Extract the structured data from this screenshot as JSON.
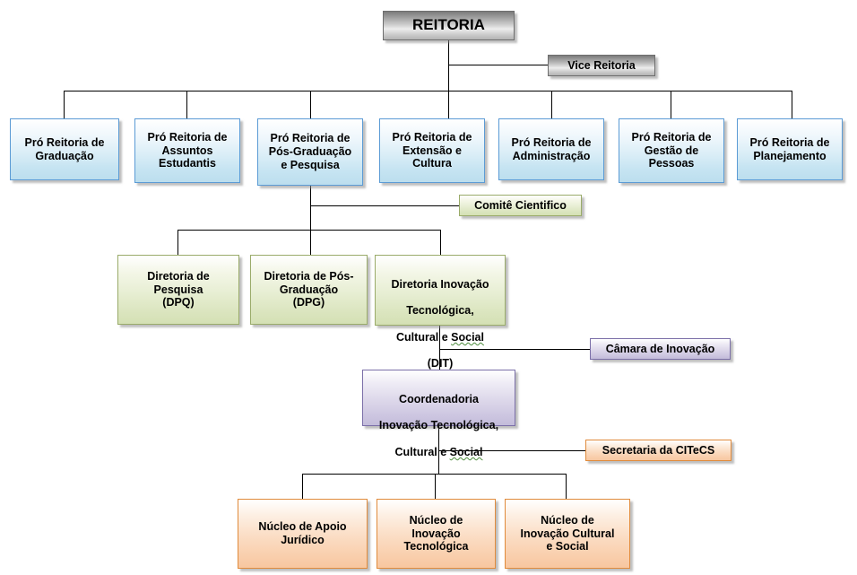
{
  "diagram": {
    "type": "organizational-chart",
    "title": "Estrutura Organizacional - REITORIA",
    "nodes": {
      "reitoria": {
        "label": "REITORIA",
        "level": 0,
        "color": "#9a9a9a",
        "style": "gray"
      },
      "vice_reitoria": {
        "label": "Vice Reitoria",
        "level": 1,
        "color": "#9a9a9a",
        "style": "gray"
      },
      "pro_graduacao": {
        "label": "Pró Reitoria de\nGraduação",
        "level": 2,
        "color": "#dbeef7",
        "style": "blue"
      },
      "pro_assuntos": {
        "label": "Pró Reitoria de\nAssuntos\nEstudantis",
        "level": 2,
        "color": "#dbeef7",
        "style": "blue"
      },
      "pro_pos_pesquisa": {
        "label": "Pró Reitoria de\nPós-Graduação\ne Pesquisa",
        "level": 2,
        "color": "#dbeef7",
        "style": "blue"
      },
      "pro_extensao": {
        "label": "Pró Reitoria de\nExtensão e\nCultura",
        "level": 2,
        "color": "#dbeef7",
        "style": "blue"
      },
      "pro_administracao": {
        "label": "Pró Reitoria de\nAdministração",
        "level": 2,
        "color": "#dbeef7",
        "style": "blue"
      },
      "pro_gestao_pessoas": {
        "label": "Pró Reitoria de\nGestão de\nPessoas",
        "level": 2,
        "color": "#dbeef7",
        "style": "blue"
      },
      "pro_planejamento": {
        "label": "Pró Reitoria de\nPlanejamento",
        "level": 2,
        "color": "#dbeef7",
        "style": "blue"
      },
      "comite_cientifico": {
        "label": "Comitê Cientifico",
        "level": 3,
        "color": "#e7eed3",
        "style": "green"
      },
      "dpq": {
        "label": "Diretoria de\nPesquisa\n(DPQ)",
        "level": 4,
        "color": "#e7eed3",
        "style": "green"
      },
      "dpg": {
        "label": "Diretoria de Pós-\nGraduação\n(DPG)",
        "level": 4,
        "color": "#e7eed3",
        "style": "green"
      },
      "dit": {
        "label_line1": "Diretoria Inovação",
        "label_line2": "Tecnológica,",
        "label_line3_pre": "Cultural e ",
        "label_line3_misspelled": "Social",
        "label_line4": "(DIT)",
        "level": 4,
        "color": "#e7eed3",
        "style": "green"
      },
      "camara_inovacao": {
        "label": "Câmara de Inovação",
        "level": 5,
        "color": "#ddd8ea",
        "style": "purple"
      },
      "coordenadoria": {
        "label_line1": "Coordenadoria",
        "label_line2": "Inovação Tecnológica,",
        "label_line3_pre": "Cultural e ",
        "label_line3_misspelled": "Social",
        "level": 6,
        "color": "#ddd8ea",
        "style": "purple"
      },
      "secretaria_citecs": {
        "label": "Secretaria da CITeCS",
        "level": 7,
        "color": "#fbdec6",
        "style": "orange"
      },
      "nucleo_juridico": {
        "label": "Núcleo de Apoio\nJurídico",
        "level": 8,
        "color": "#fbdec6",
        "style": "orange"
      },
      "nucleo_tecnologica": {
        "label": "Núcleo de\nInovação\nTecnológica",
        "level": 8,
        "color": "#fbdec6",
        "style": "orange"
      },
      "nucleo_cultural_social": {
        "label": "Núcleo de\nInovação Cultural\ne Social",
        "level": 8,
        "color": "#fbdec6",
        "style": "orange"
      }
    },
    "connector_color": "#000000"
  }
}
